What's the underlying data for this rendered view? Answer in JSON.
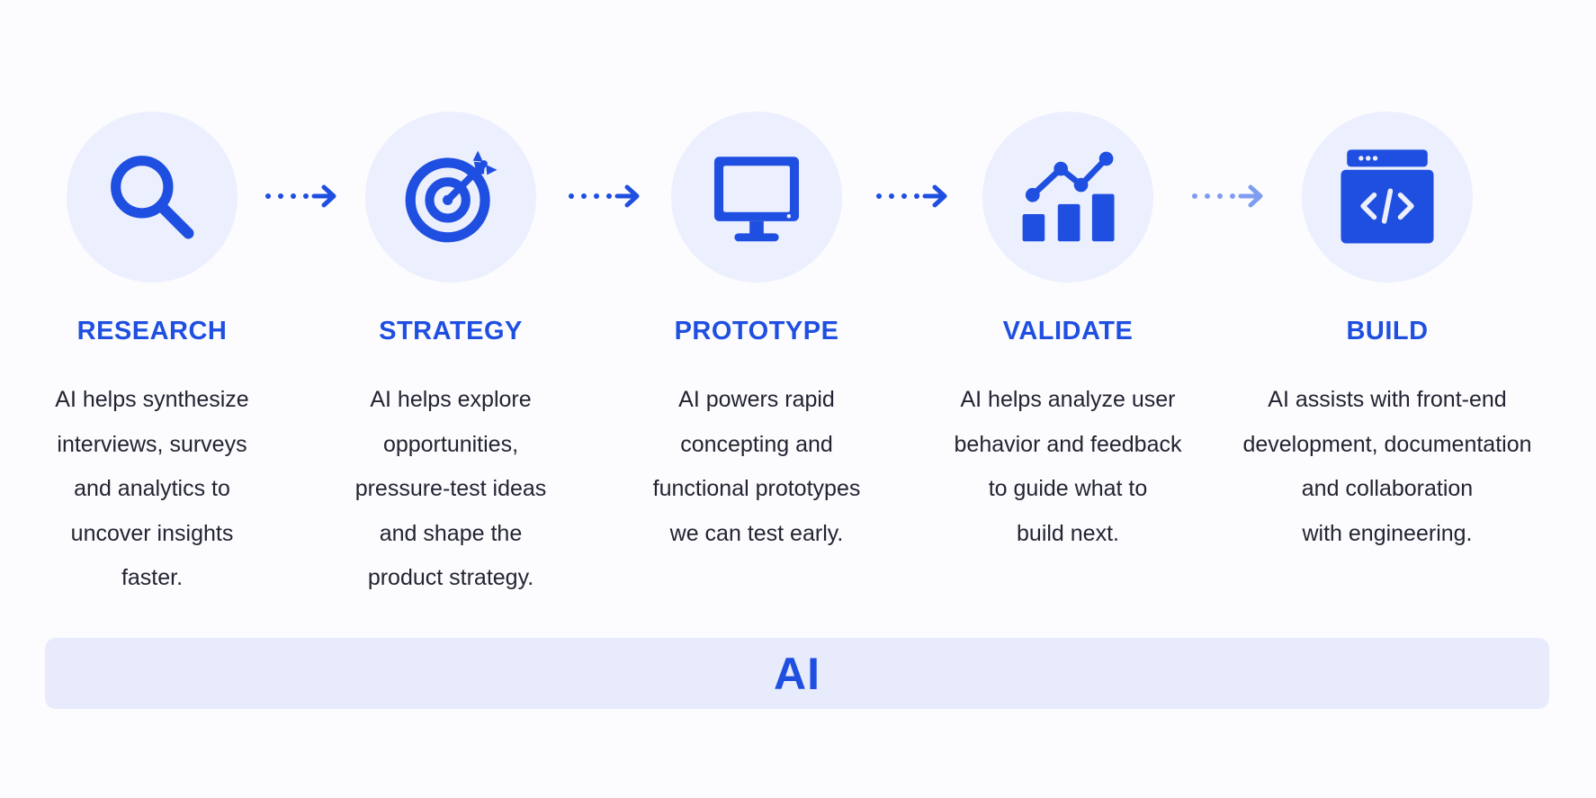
{
  "accent_color": "#1f4fe0",
  "circle_color": "#eceffd",
  "bar_color": "#e7ebfb",
  "steps": [
    {
      "icon": "search-icon",
      "title": "RESEARCH",
      "lines": [
        "AI helps synthesize",
        "interviews, surveys",
        "and analytics to",
        "uncover insights",
        "faster."
      ]
    },
    {
      "icon": "target-icon",
      "title": "STRATEGY",
      "lines": [
        "AI helps explore",
        "opportunities,",
        "pressure-test ideas",
        "and shape the",
        "product strategy."
      ]
    },
    {
      "icon": "monitor-icon",
      "title": "PROTOTYPE",
      "lines": [
        "AI powers rapid",
        "concepting and",
        "functional prototypes",
        "we can test early."
      ]
    },
    {
      "icon": "chart-icon",
      "title": "VALIDATE",
      "lines": [
        "AI helps analyze user",
        "behavior and feedback",
        "to guide what to",
        "build next."
      ]
    },
    {
      "icon": "code-window-icon",
      "title": "BUILD",
      "lines": [
        "AI assists with front-end",
        "development, documentation",
        "and collaboration",
        "with engineering."
      ]
    }
  ],
  "connectors": [
    {
      "icon": "dotted-arrow-icon",
      "color": "#1f4fe0"
    },
    {
      "icon": "dotted-arrow-icon",
      "color": "#1f4fe0"
    },
    {
      "icon": "dotted-arrow-icon",
      "color": "#1f4fe0"
    },
    {
      "icon": "dotted-arrow-icon",
      "color": "#7f9df0"
    }
  ],
  "footer": {
    "label": "AI"
  }
}
